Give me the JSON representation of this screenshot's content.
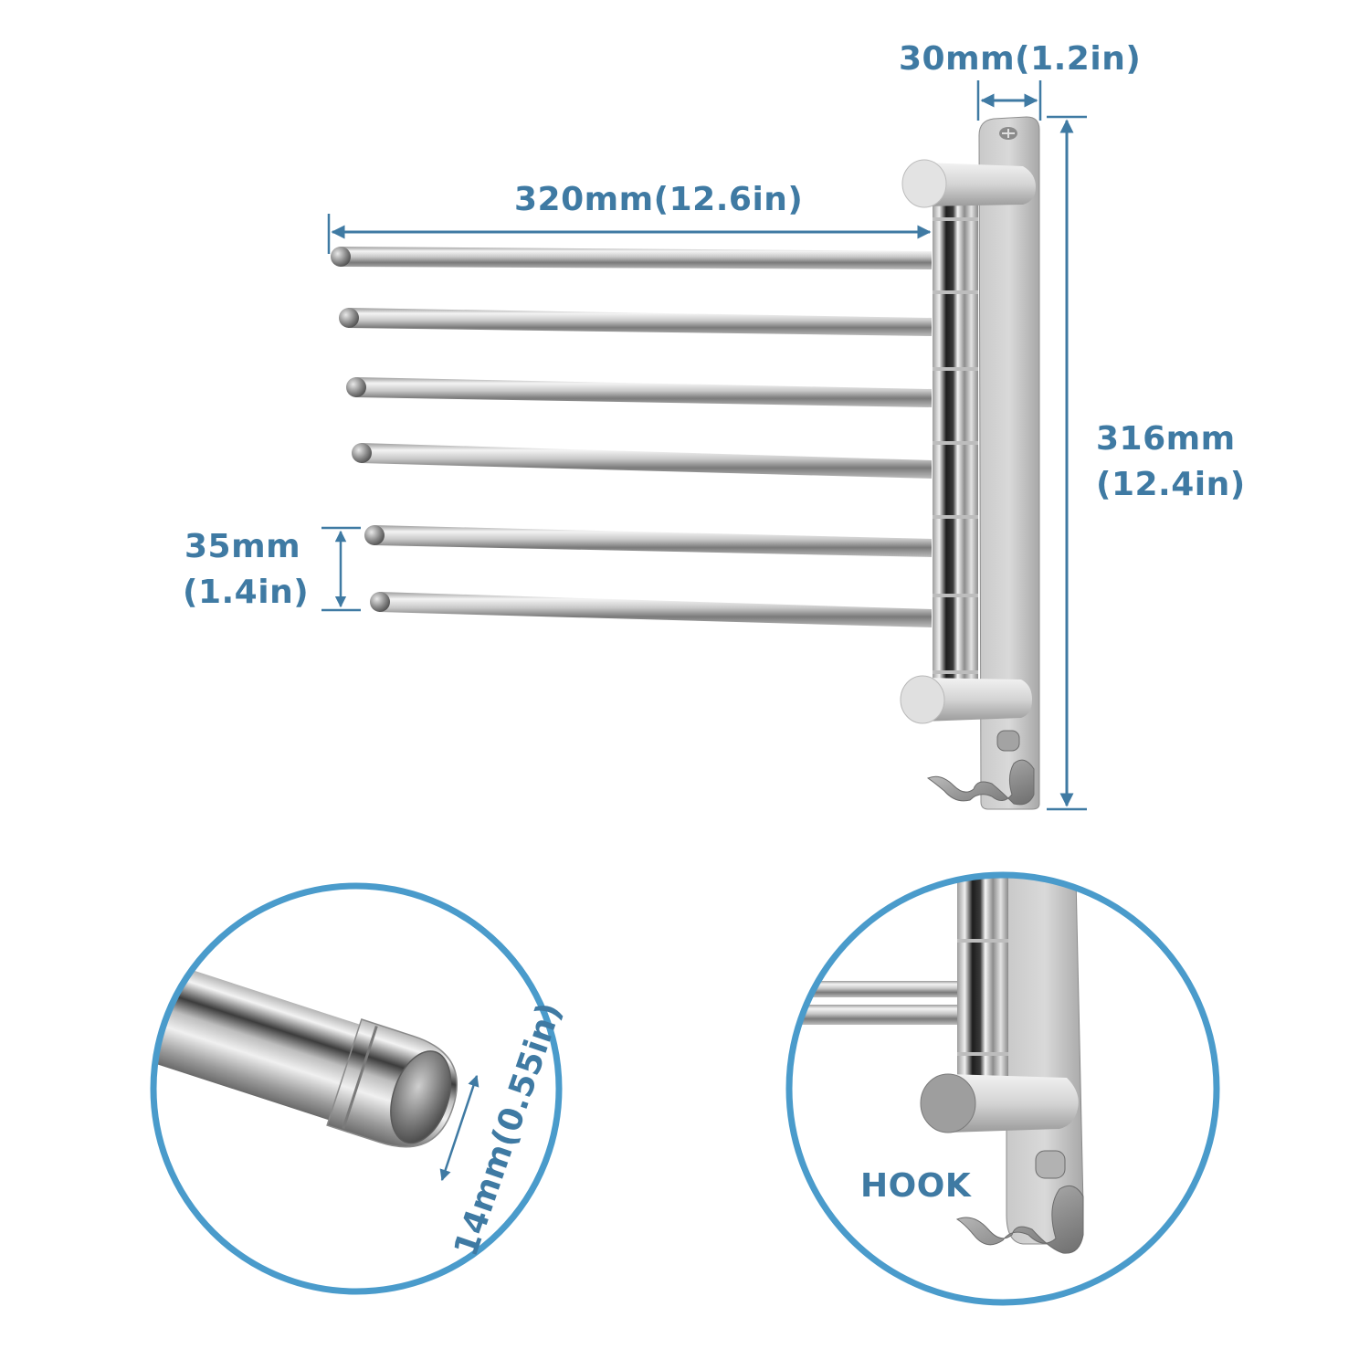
{
  "colors": {
    "text": "#3f7aa3",
    "dimension_line": "#3f7aa3",
    "circle_outline": "#4a9bcb",
    "background": "#ffffff",
    "steel_light": "#e6e6e6",
    "steel_mid": "#b4b4b4",
    "steel_dark": "#3a3a3a"
  },
  "product": {
    "description": "Swing arm towel bar with six rotating arms and bottom hook",
    "arm_count": 6
  },
  "dimensions": {
    "bracket_width": {
      "value_mm": "30mm",
      "value_in": "(1.2in)",
      "text": "30mm(1.2in)"
    },
    "arm_length": {
      "value_mm": "320mm",
      "value_in": "(12.6in)",
      "text": "320mm(12.6in)"
    },
    "total_height": {
      "value_mm": "316mm",
      "value_in": "(12.4in)"
    },
    "arm_spacing": {
      "value_mm": "35mm",
      "value_in": "(1.4in)"
    },
    "arm_diameter": {
      "text": "14mm(0.55in)"
    }
  },
  "callouts": {
    "left_circle": {
      "subject": "arm end cap close-up"
    },
    "right_circle": {
      "subject": "bottom bracket close-up",
      "label": "HOOK"
    }
  }
}
